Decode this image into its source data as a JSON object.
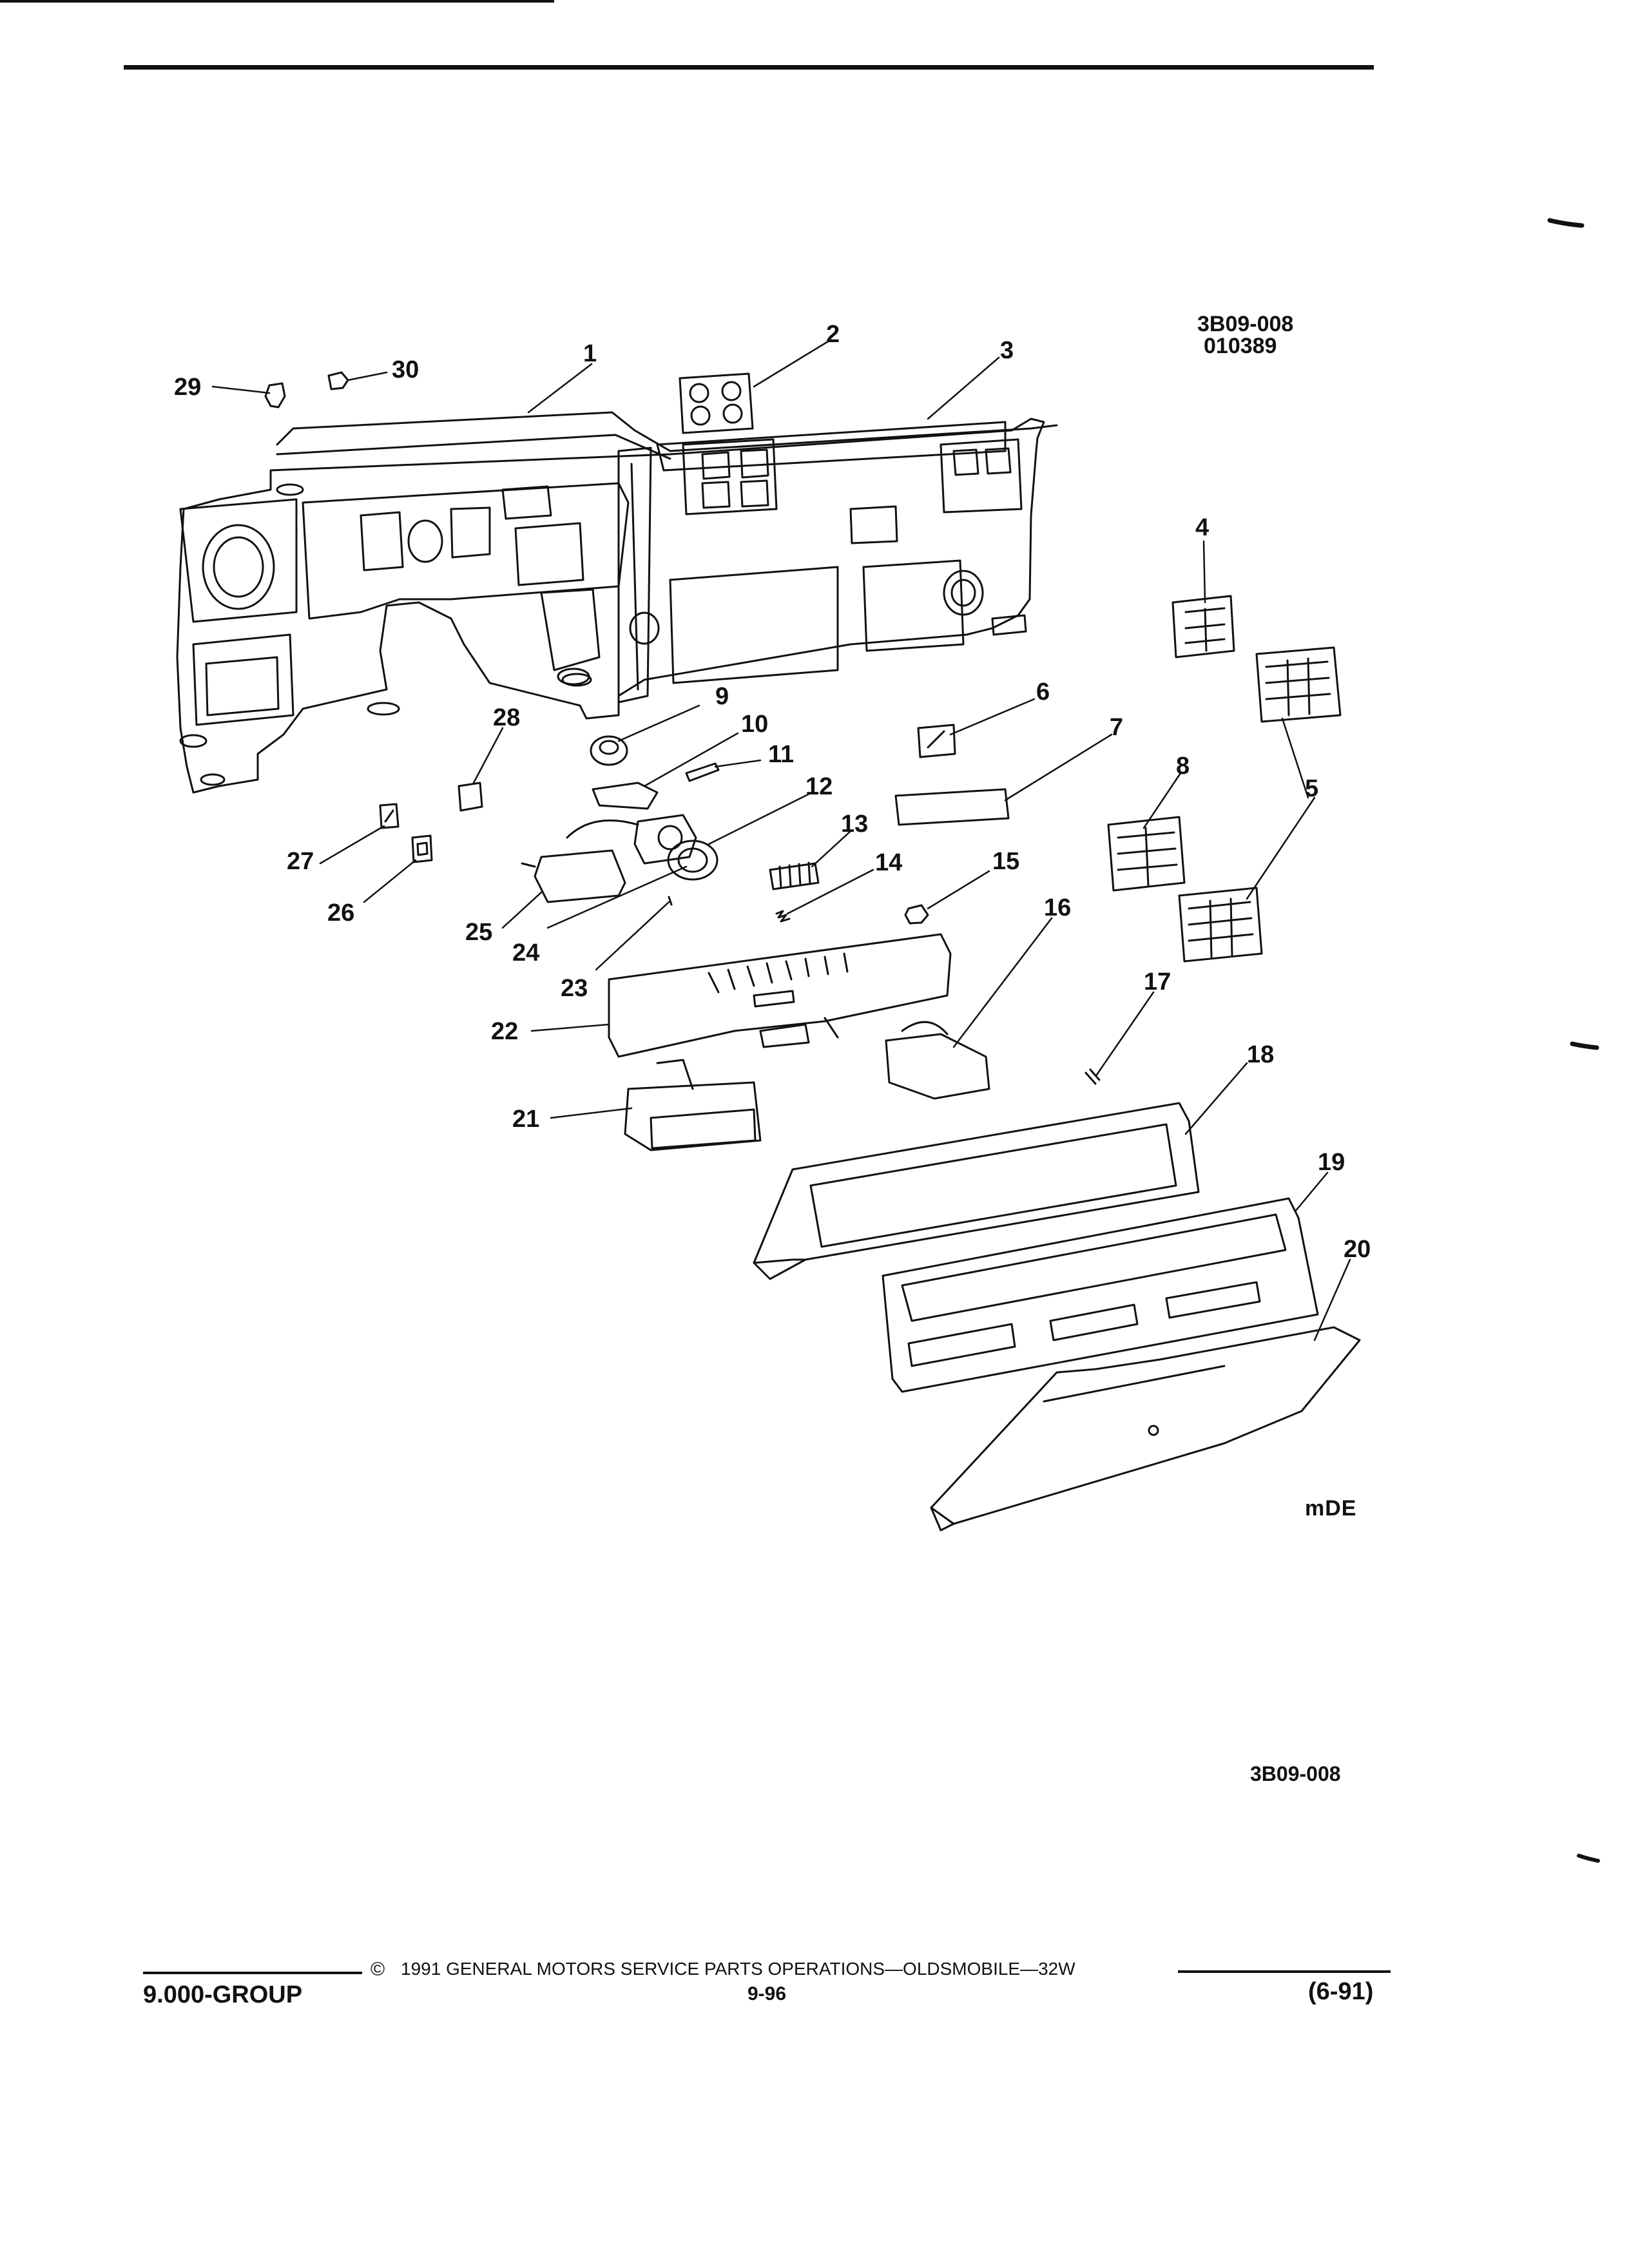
{
  "header": {
    "figure_code": "3B09-008",
    "figure_date": "010389"
  },
  "callouts": [
    "1",
    "2",
    "3",
    "4",
    "5",
    "6",
    "7",
    "8",
    "9",
    "10",
    "11",
    "12",
    "13",
    "14",
    "15",
    "16",
    "17",
    "18",
    "19",
    "20",
    "21",
    "22",
    "23",
    "24",
    "25",
    "26",
    "27",
    "28",
    "29",
    "30"
  ],
  "artist_mark": "mDE",
  "figure_footer_code": "3B09-008",
  "footer": {
    "copyright_symbol": "©",
    "copyright": "1991 GENERAL MOTORS SERVICE PARTS OPERATIONS—OLDSMOBILE—32W",
    "group": "9.000-GROUP",
    "page": "9-96",
    "revision": "(6-91)"
  }
}
